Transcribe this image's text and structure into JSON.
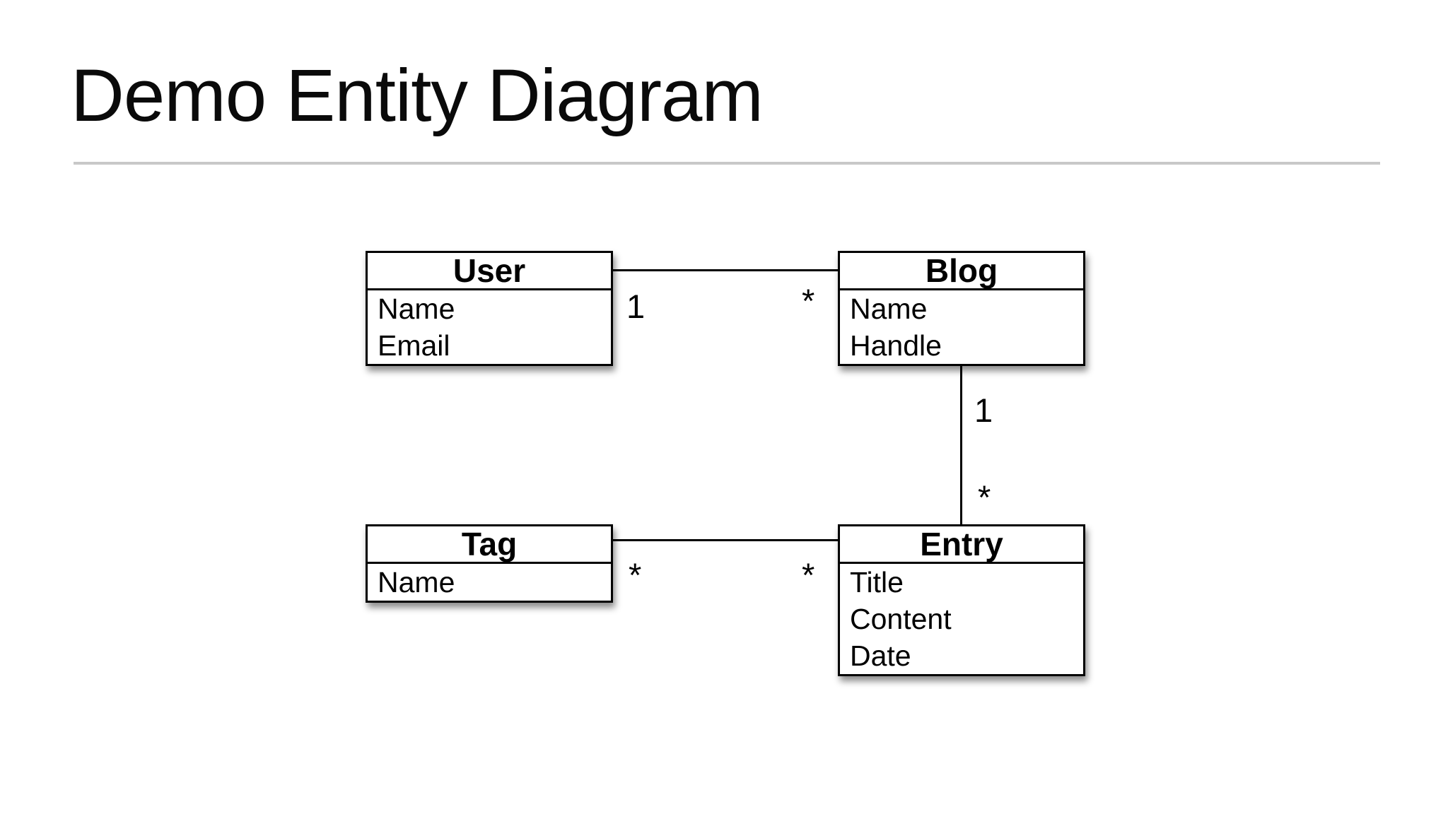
{
  "slide": {
    "title": "Demo Entity Diagram"
  },
  "colors": {
    "background": "#ffffff",
    "line": "#000000",
    "text": "#000000",
    "divider": "#c8c8c8"
  },
  "diagram": {
    "entities": [
      {
        "name": "User",
        "attributes": [
          "Name",
          "Email"
        ]
      },
      {
        "name": "Blog",
        "attributes": [
          "Name",
          "Handle"
        ]
      },
      {
        "name": "Tag",
        "attributes": [
          "Name"
        ]
      },
      {
        "name": "Entry",
        "attributes": [
          "Title",
          "Content",
          "Date"
        ]
      }
    ],
    "relationships": [
      {
        "from": "User",
        "to": "Blog",
        "from_cardinality": "1",
        "to_cardinality": "*"
      },
      {
        "from": "Blog",
        "to": "Entry",
        "from_cardinality": "1",
        "to_cardinality": "*"
      },
      {
        "from": "Tag",
        "to": "Entry",
        "from_cardinality": "*",
        "to_cardinality": "*"
      }
    ]
  }
}
